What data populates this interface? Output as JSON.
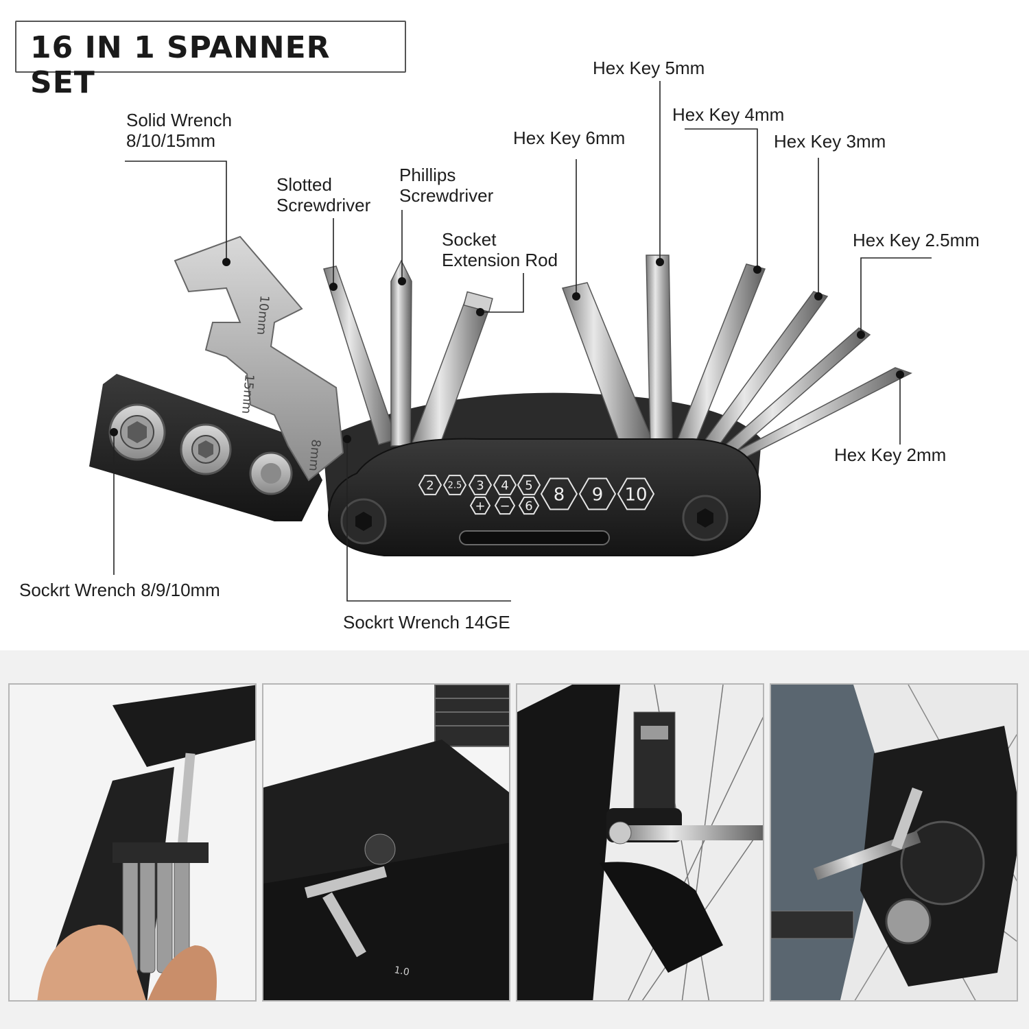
{
  "title": "16 IN 1 SPANNER SET",
  "labels": {
    "solid_wrench": "Solid Wrench\n8/10/15mm",
    "slotted_screwdriver": "Slotted\nScrewdriver",
    "phillips_screwdriver": "Phillips\nScrewdriver",
    "socket_extension_rod": "Socket\nExtension Rod",
    "hex_key_6": "Hex Key 6mm",
    "hex_key_5": "Hex Key 5mm",
    "hex_key_4": "Hex Key 4mm",
    "hex_key_3": "Hex Key 3mm",
    "hex_key_2_5": "Hex Key 2.5mm",
    "hex_key_2": "Hex Key 2mm",
    "socket_wrench_8_9_10": "Sockrt Wrench 8/9/10mm",
    "socket_wrench_14ge": "Sockrt Wrench 14GE"
  },
  "tool_markings": {
    "hex_sizes": [
      "2",
      "2.5",
      "3",
      "4",
      "5"
    ],
    "bottom_row": [
      "+",
      "−",
      "6"
    ],
    "big_sizes": [
      "8",
      "9",
      "10"
    ],
    "wrench_text_1": "10mm",
    "wrench_text_2": "15mm",
    "wrench_text_3": "8mm"
  },
  "photos": [
    {
      "name": "photo-folding-tool-in-hand"
    },
    {
      "name": "photo-hex-key-on-stem"
    },
    {
      "name": "photo-hex-key-on-brake"
    },
    {
      "name": "photo-hex-key-on-derailleur"
    }
  ],
  "colors": {
    "tool_body": "#232323",
    "steel": "#b9b9b9",
    "leader_line": "#222222"
  }
}
